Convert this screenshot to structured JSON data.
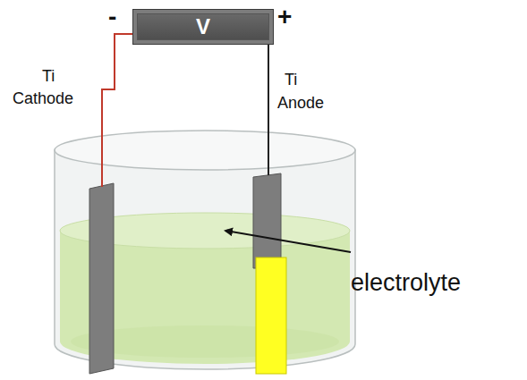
{
  "diagram": {
    "nodes": [
      {
        "text": [
          "V"
        ]
      }
    ],
    "labels": [
      "-",
      "+",
      "Ti",
      "Cathode",
      "Ti",
      "Anode",
      "electrolyte"
    ]
  }
}
